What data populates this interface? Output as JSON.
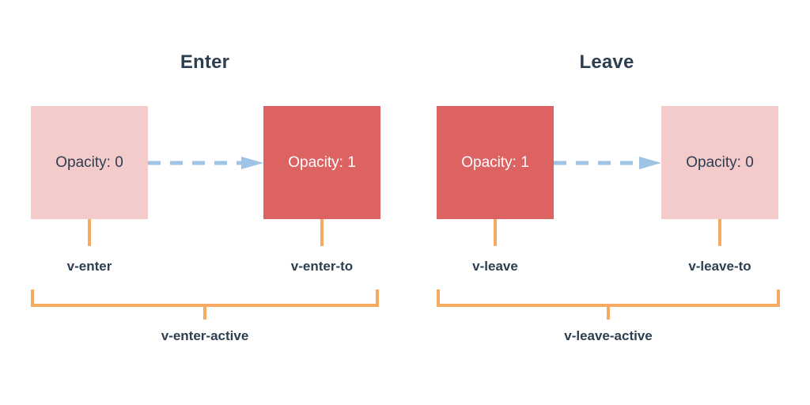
{
  "diagram": {
    "title_enter": "Enter",
    "title_leave": "Leave",
    "colors": {
      "background": "#ffffff",
      "box_pale": "#f4cbcb",
      "box_solid": "#dd6262",
      "arrow_blue": "#9dc4e4",
      "connector_orange": "#f5a961",
      "text_dark": "#2d3e50",
      "text_light": "#ffffff"
    },
    "sections": [
      {
        "name": "enter",
        "title": "Enter",
        "from_box": {
          "text": "Opacity: 0",
          "fill": "pale",
          "class_label": "v-enter"
        },
        "to_box": {
          "text": "Opacity: 1",
          "fill": "solid",
          "class_label": "v-enter-to"
        },
        "arrow": "dashed-arrow-right-icon",
        "active_label": "v-enter-active"
      },
      {
        "name": "leave",
        "title": "Leave",
        "from_box": {
          "text": "Opacity: 1",
          "fill": "solid",
          "class_label": "v-leave"
        },
        "to_box": {
          "text": "Opacity: 0",
          "fill": "pale",
          "class_label": "v-leave-to"
        },
        "arrow": "dashed-arrow-right-icon",
        "active_label": "v-leave-active"
      }
    ]
  }
}
